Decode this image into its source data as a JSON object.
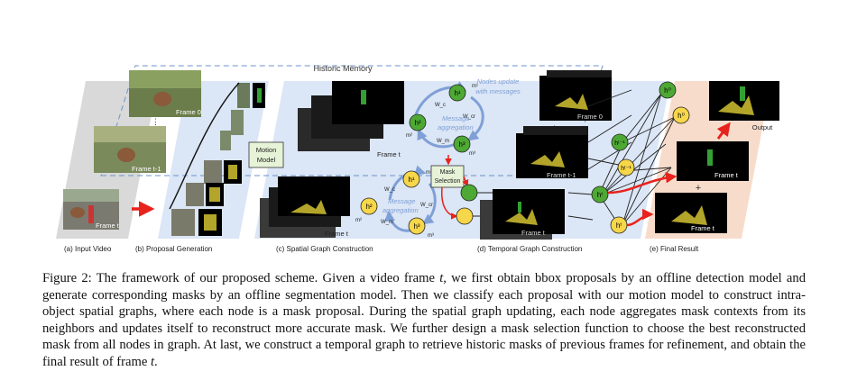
{
  "figure": {
    "historic_memory_label": "Historic Memory",
    "motion_model_label": [
      "Motion",
      "Model"
    ],
    "mask_selection_label": [
      "Mask",
      "Selection"
    ],
    "nodes_update_label": [
      "Nodes update",
      "with messages"
    ],
    "message_aggregation_label": [
      "Message",
      "aggregation"
    ],
    "output_label": "Output",
    "frame_labels": {
      "frame_0": "Frame 0",
      "frame_t_minus_1": "Frame t-1",
      "frame_t": "Frame t"
    },
    "node_labels": {
      "h1": "h¹",
      "h2": "h²",
      "h3": "h³",
      "h0": "h⁰",
      "ht_minus_1": "hᵗ⁻¹",
      "ht": "hᵗ"
    },
    "weight_labels": {
      "w_c": "W_c",
      "w_cr": "W_cr",
      "w_m": "W_m"
    },
    "message_labels": {
      "m1": "m¹",
      "m2": "m²",
      "m3": "m³"
    },
    "subfigure_labels": [
      "(a) Input Video",
      "(b) Proposal Generation",
      "(c) Spatial Graph Construction",
      "(d) Temporal Graph Construction",
      "(e) Final Result"
    ],
    "colors": {
      "panel_blue": "#dbe6f6",
      "panel_gray": "#d9d9d9",
      "panel_peach": "#f8dccb",
      "node_yellow": "#f7d74a",
      "node_green": "#4ea934",
      "arrow_red": "#e8221c",
      "dashed_blue": "#6d93c8"
    }
  },
  "caption": {
    "prefix": "Figure 2: The framework of our proposed scheme. Given a video frame ",
    "t1": "t",
    "middle": ", we first obtain bbox proposals by an offline detection model and generate corresponding masks by an offline segmentation model. Then we classify each proposal with our motion model to construct intra-object spatial graphs, where each node is a mask proposal. During the spatial graph updating, each node aggregates mask contexts from its neighbors and updates itself to reconstruct more accurate mask. We further design a mask selection function to choose the best reconstructed mask from all nodes in graph. At last, we construct a temporal graph to retrieve historic masks of previous frames for refinement, and obtain the final result of frame ",
    "t2": "t",
    "suffix": "."
  }
}
